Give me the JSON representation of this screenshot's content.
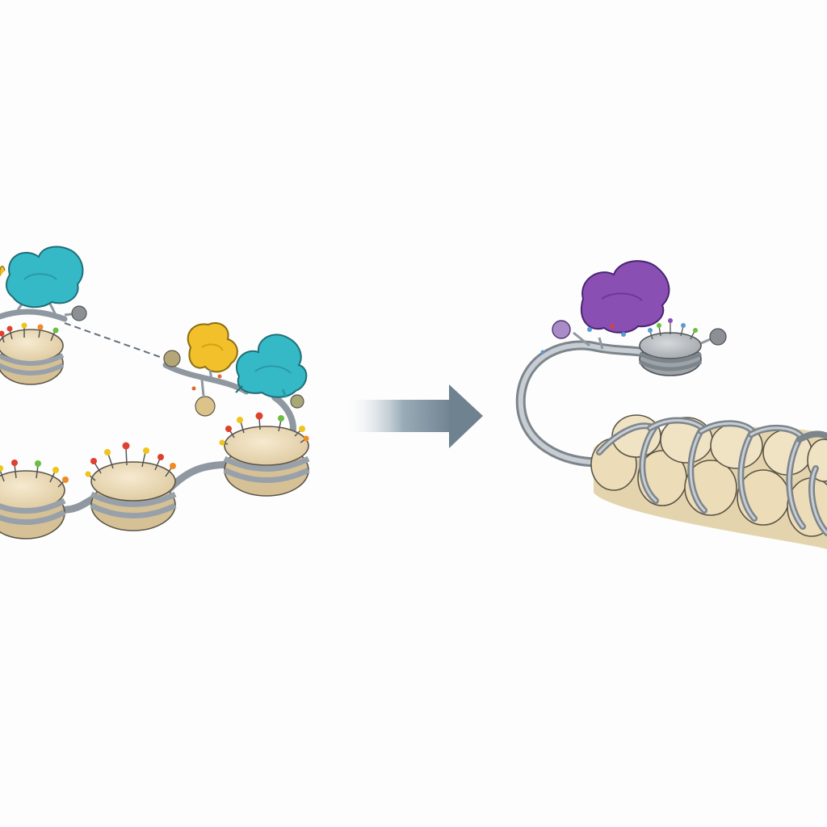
{
  "diagram": {
    "type": "chromatin-compaction-illustration",
    "panels": [
      {
        "id": "open-chromatin",
        "description_elements": [
          "nucleosomes",
          "dna-strand",
          "histone-tails",
          "protein-complexes"
        ]
      },
      {
        "id": "compacted-chromatin",
        "description_elements": [
          "linker-dna",
          "modified-nucleosome",
          "purple-protein",
          "chromatin-fiber"
        ]
      }
    ],
    "arrow": {
      "direction": "right",
      "meaning": "transition"
    }
  },
  "colors": {
    "nucleosome_body": "#ecdcb7",
    "nucleosome_shade": "#d8c49a",
    "dna": "#9aa3ab",
    "dna_light": "#c7cdd2",
    "teal_protein": "#35b9c6",
    "yellow_protein": "#f1c02a",
    "purple_protein": "#8a4fb3",
    "gray_nucleosome": "#b8bcc0",
    "arrow": "#7c8d99",
    "tail_red": "#e0402e",
    "tail_yellow": "#f0c419",
    "tail_green": "#6bbf3f",
    "tail_orange": "#f08a24",
    "tail_blue": "#5a9bd5"
  }
}
